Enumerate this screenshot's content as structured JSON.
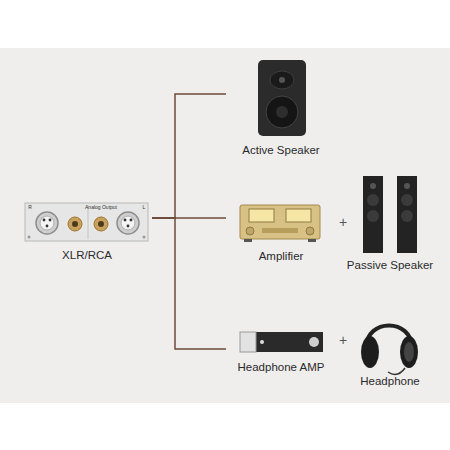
{
  "diagram": {
    "nodes": [
      {
        "text": [
          "XLR/RCA"
        ]
      },
      {
        "text": [
          "Active Speaker"
        ]
      },
      {
        "text": [
          "Amplifier"
        ]
      },
      {
        "text": [
          "Passive Speaker"
        ]
      },
      {
        "text": [
          "Headphone AMP"
        ]
      },
      {
        "text": [
          "Headphone"
        ]
      }
    ],
    "edges": [
      {
        "from": 0,
        "to": 1,
        "arrow": "none"
      },
      {
        "from": 0,
        "to": 2,
        "arrow": "none"
      },
      {
        "from": 0,
        "to": 4,
        "arrow": "none"
      }
    ],
    "labels": [
      "R",
      "Analog Output",
      "L",
      "+",
      "+"
    ]
  }
}
